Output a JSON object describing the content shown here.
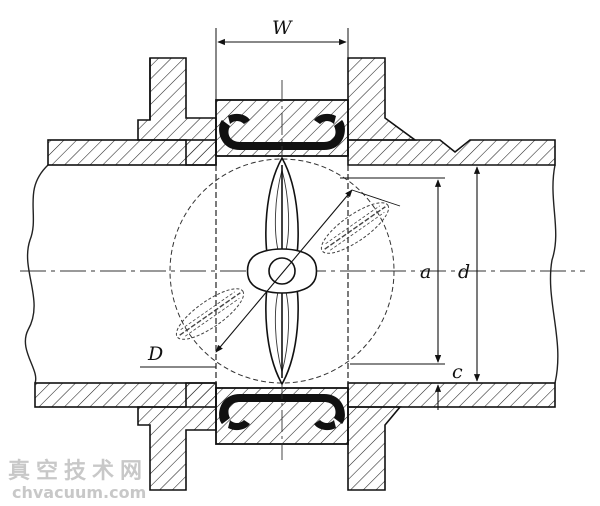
{
  "diagram": {
    "labels": {
      "W": "W",
      "a": "a",
      "d": "d",
      "c": "c",
      "D": "D"
    },
    "watermark": {
      "cn": "真空技术网",
      "url": "chvacuum.com"
    }
  }
}
